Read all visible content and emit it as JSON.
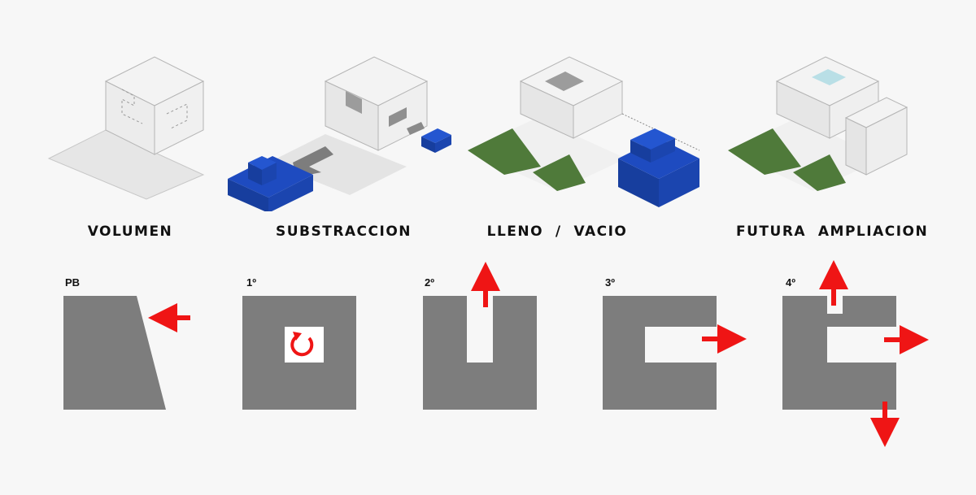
{
  "diagrams": [
    {
      "title": "VOLUMEN"
    },
    {
      "title": "SUBSTRACCION"
    },
    {
      "title": "LLENO  /  VACIO"
    },
    {
      "title": "FUTURA  AMPLIACION"
    }
  ],
  "floors": [
    {
      "label": "PB"
    },
    {
      "label": "1º"
    },
    {
      "label": "2º"
    },
    {
      "label": "3º"
    },
    {
      "label": "4º"
    }
  ],
  "colors": {
    "background": "#f7f7f7",
    "plan_fill": "#7d7d7d",
    "arrow": "#ef1515",
    "block_blue": "#1a44b8",
    "grass": "#4f7a3a",
    "wall": "#e9e9e9",
    "wall_shade": "#cfcfcf"
  }
}
